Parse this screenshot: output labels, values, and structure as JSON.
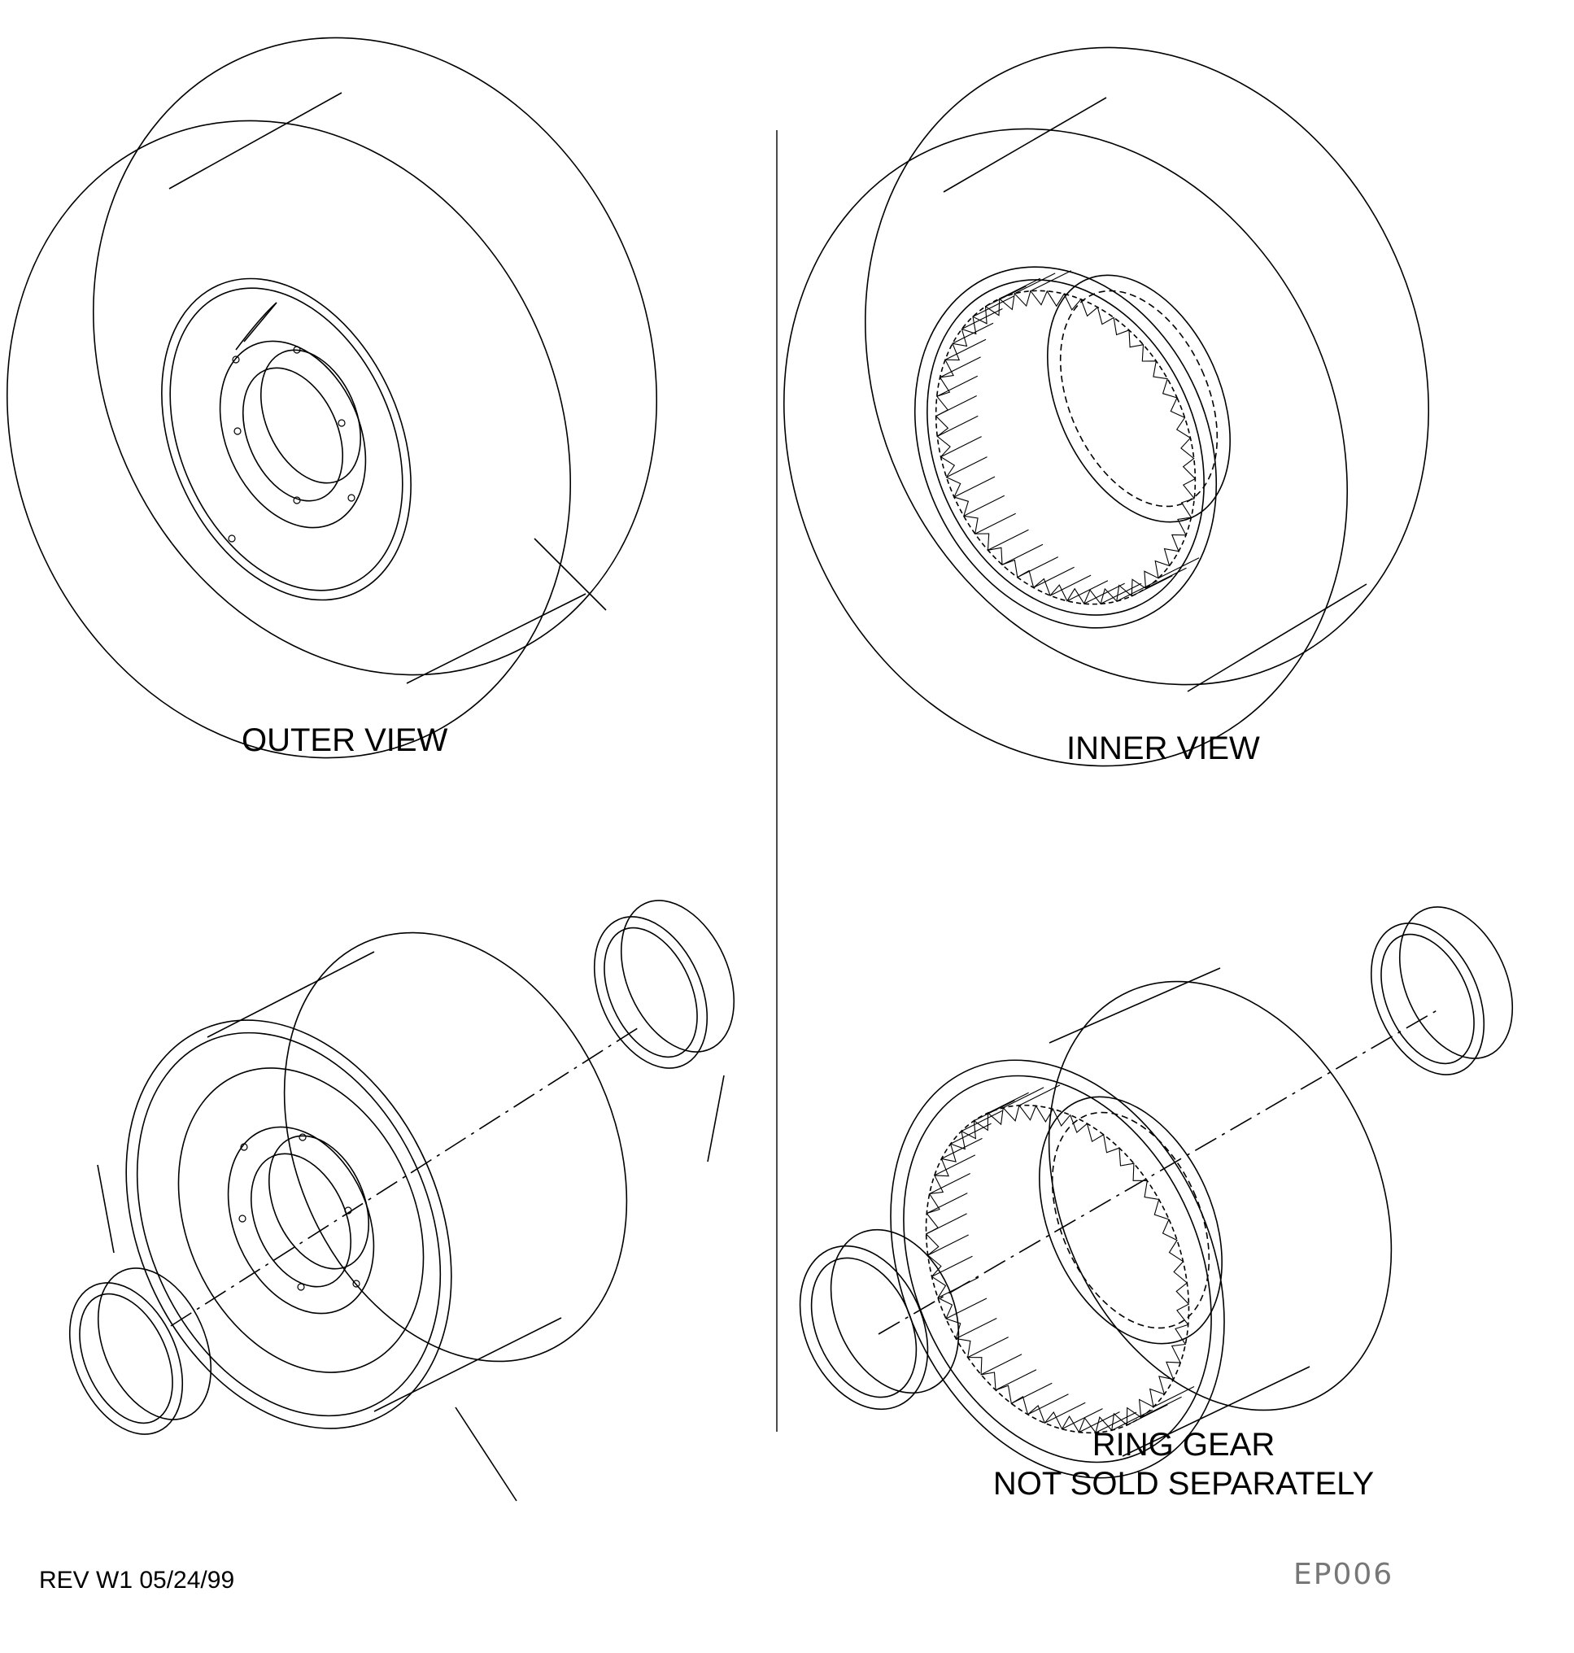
{
  "labels": {
    "outer_view": "OUTER VIEW",
    "inner_view": "INNER VIEW",
    "ring_gear_line1": "RING GEAR",
    "ring_gear_line2": "NOT SOLD SEPARATELY",
    "revision": "REV W1 05/24/99",
    "drawing_code": "EP006"
  },
  "colors": {
    "line": "#000000",
    "code_text": "#777777",
    "background": "#ffffff"
  }
}
